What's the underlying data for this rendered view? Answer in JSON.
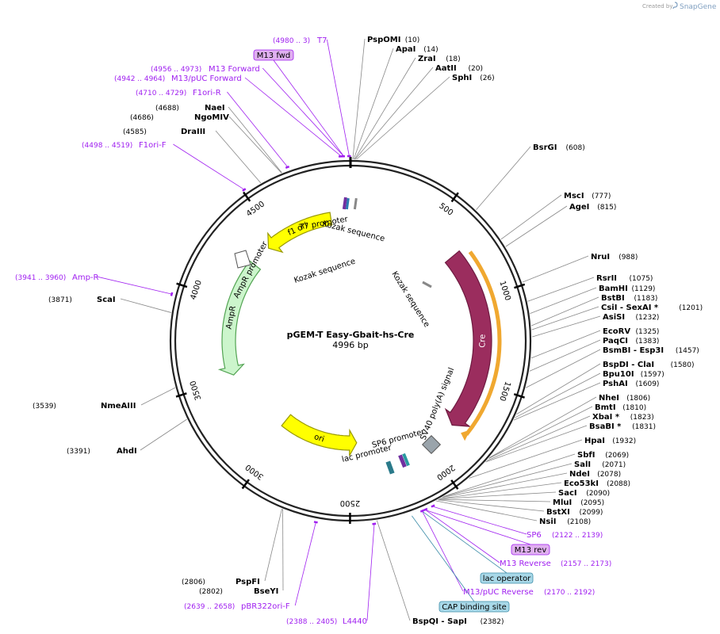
{
  "credit": {
    "prefix": "Created by",
    "brand": "SnapGene"
  },
  "plasmid": {
    "name": "pGEM-T Easy-Gbait-hs-Cre",
    "length": 4996,
    "length_label": "4996 bp"
  },
  "ticks": [
    500,
    1000,
    1500,
    2000,
    2500,
    3000,
    3500,
    4000,
    4500
  ],
  "enzymes": [
    {
      "name": "PspOMI",
      "pos": "(10)",
      "site": 10,
      "side": "R"
    },
    {
      "name": "ApaI",
      "pos": "(14)",
      "site": 14,
      "side": "R"
    },
    {
      "name": "ZraI",
      "pos": "(18)",
      "site": 18,
      "side": "R"
    },
    {
      "name": "AatII",
      "pos": "(20)",
      "site": 20,
      "side": "R"
    },
    {
      "name": "SphI",
      "pos": "(26)",
      "site": 26,
      "side": "R"
    },
    {
      "name": "BsrGI",
      "pos": "(608)",
      "site": 608,
      "side": "R"
    },
    {
      "name": "MscI",
      "pos": "(777)",
      "site": 777,
      "side": "R"
    },
    {
      "name": "AgeI",
      "pos": "(815)",
      "site": 815,
      "side": "R"
    },
    {
      "name": "NruI",
      "pos": "(988)",
      "site": 988,
      "side": "R"
    },
    {
      "name": "RsrII",
      "pos": "(1075)",
      "site": 1075,
      "side": "R"
    },
    {
      "name": "BamHI",
      "pos": "(1129)",
      "site": 1129,
      "side": "R"
    },
    {
      "name": "BstBI",
      "pos": "(1183)",
      "site": 1183,
      "side": "R"
    },
    {
      "name": "CsiI - SexAI *",
      "pos": "(1201)",
      "site": 1201,
      "side": "R"
    },
    {
      "name": "AsiSI",
      "pos": "(1232)",
      "site": 1232,
      "side": "R"
    },
    {
      "name": "EcoRV",
      "pos": "(1325)",
      "site": 1325,
      "side": "R"
    },
    {
      "name": "PaqCI",
      "pos": "(1383)",
      "site": 1383,
      "side": "R"
    },
    {
      "name": "BsmBI - Esp3I",
      "pos": "(1457)",
      "site": 1457,
      "side": "R"
    },
    {
      "name": "BspDI - ClaI",
      "pos": "(1580)",
      "site": 1580,
      "side": "R"
    },
    {
      "name": "Bpu10I",
      "pos": "(1597)",
      "site": 1597,
      "side": "R"
    },
    {
      "name": "PshAI",
      "pos": "(1609)",
      "site": 1609,
      "side": "R"
    },
    {
      "name": "NheI",
      "pos": "(1806)",
      "site": 1806,
      "side": "R"
    },
    {
      "name": "BmtI",
      "pos": "(1810)",
      "site": 1810,
      "side": "R"
    },
    {
      "name": "XbaI *",
      "pos": "(1823)",
      "site": 1823,
      "side": "R"
    },
    {
      "name": "BsaBI *",
      "pos": "(1831)",
      "site": 1831,
      "side": "R"
    },
    {
      "name": "HpaI",
      "pos": "(1932)",
      "site": 1932,
      "side": "R"
    },
    {
      "name": "SbfI",
      "pos": "(2069)",
      "site": 2069,
      "side": "R"
    },
    {
      "name": "SalI",
      "pos": "(2071)",
      "site": 2071,
      "side": "R"
    },
    {
      "name": "NdeI",
      "pos": "(2078)",
      "site": 2078,
      "side": "R"
    },
    {
      "name": "Eco53kI",
      "pos": "(2088)",
      "site": 2088,
      "side": "R"
    },
    {
      "name": "SacI",
      "pos": "(2090)",
      "site": 2090,
      "side": "R"
    },
    {
      "name": "MluI",
      "pos": "(2095)",
      "site": 2095,
      "side": "R"
    },
    {
      "name": "BstXI",
      "pos": "(2099)",
      "site": 2099,
      "side": "R"
    },
    {
      "name": "NsiI",
      "pos": "(2108)",
      "site": 2108,
      "side": "R"
    },
    {
      "name": "BspQI - SapI",
      "pos": "(2382)",
      "site": 2382,
      "side": "R"
    },
    {
      "name": "NaeI",
      "pos": "(4688)",
      "site": 4688,
      "side": "L"
    },
    {
      "name": "NgoMIV",
      "pos": "(4686)",
      "site": 4686,
      "side": "L"
    },
    {
      "name": "DraIII",
      "pos": "(4585)",
      "site": 4585,
      "side": "L"
    },
    {
      "name": "ScaI",
      "pos": "(3871)",
      "site": 3871,
      "side": "L"
    },
    {
      "name": "NmeAIII",
      "pos": "(3539)",
      "site": 3539,
      "side": "L"
    },
    {
      "name": "AhdI",
      "pos": "(3391)",
      "site": 3391,
      "side": "L"
    },
    {
      "name": "PspFI",
      "pos": "(2806)",
      "site": 2806,
      "side": "L"
    },
    {
      "name": "BseYI",
      "pos": "(2802)",
      "site": 2802,
      "side": "L"
    }
  ],
  "primers": [
    {
      "name": "T7",
      "range": "(4980 .. 3)",
      "site": 4990,
      "side": "L"
    },
    {
      "name": "M13 Forward",
      "range": "(4956 .. 4973)",
      "site": 4964,
      "side": "L"
    },
    {
      "name": "M13/pUC Forward",
      "range": "(4942 .. 4964)",
      "site": 4953,
      "side": "L"
    },
    {
      "name": "F1ori-R",
      "range": "(4710 .. 4729)",
      "site": 4719,
      "side": "L"
    },
    {
      "name": "F1ori-F",
      "range": "(4498 .. 4519)",
      "site": 4508,
      "side": "L"
    },
    {
      "name": "Amp-R",
      "range": "(3941 .. 3960)",
      "site": 3950,
      "side": "L"
    },
    {
      "name": "pBR322ori-F",
      "range": "(2639 .. 2658)",
      "site": 2648,
      "side": "L"
    },
    {
      "name": "L4440",
      "range": "(2388 .. 2405)",
      "site": 2396,
      "side": "L"
    },
    {
      "name": "SP6",
      "range": "(2122 .. 2139)",
      "site": 2130,
      "side": "R"
    },
    {
      "name": "M13 Reverse",
      "range": "(2157 .. 2173)",
      "site": 2165,
      "side": "R"
    },
    {
      "name": "M13/pUC Reverse",
      "range": "(2170 .. 2192)",
      "site": 2181,
      "side": "R"
    }
  ],
  "boxed_labels": [
    {
      "text": "M13 fwd",
      "fill": "#e0b0f0",
      "stroke": "#a020f0",
      "site": 4965
    },
    {
      "text": "M13 rev",
      "fill": "#e0b0f0",
      "stroke": "#a020f0",
      "site": 2165
    },
    {
      "text": "lac operator",
      "fill": "#a8d8e8",
      "stroke": "#3c8ca8",
      "site": 2180
    },
    {
      "text": "CAP binding site",
      "fill": "#a8d8e8",
      "stroke": "#3c8ca8",
      "site": 2230
    }
  ],
  "features": [
    {
      "name": "Cre",
      "start": 700,
      "end": 1800,
      "dir": "cw",
      "color": "#9b2d5e",
      "stroke": "#6e1a40",
      "label_color": "#ffffff"
    },
    {
      "name": "ori",
      "start": 2450,
      "end": 3040,
      "dir": "ccw",
      "color": "#ffff00",
      "stroke": "#999900",
      "label_color": "#000000"
    },
    {
      "name": "AmpR",
      "start": 3520,
      "end": 4280,
      "dir": "ccw",
      "color": "#ccf5cc",
      "stroke": "#52a352",
      "label_color": "#000000"
    },
    {
      "name": "f1 ori",
      "start": 4420,
      "end": 4870,
      "dir": "ccw",
      "color": "#ffff00",
      "stroke": "#999900",
      "label_color": "#000000"
    }
  ],
  "outer_feature": {
    "name": "SV40 poly(A) signal",
    "color": "#f0a830"
  },
  "inner_labels": [
    {
      "text": "T7 promoter"
    },
    {
      "text": "Kozak sequence"
    },
    {
      "text": "Kozak sequence"
    },
    {
      "text": "Kozak sequence"
    },
    {
      "text": "AmpR promoter"
    },
    {
      "text": "SV40 poly(A) signal"
    },
    {
      "text": "SP6 promoter"
    },
    {
      "text": "lac promoter"
    }
  ]
}
